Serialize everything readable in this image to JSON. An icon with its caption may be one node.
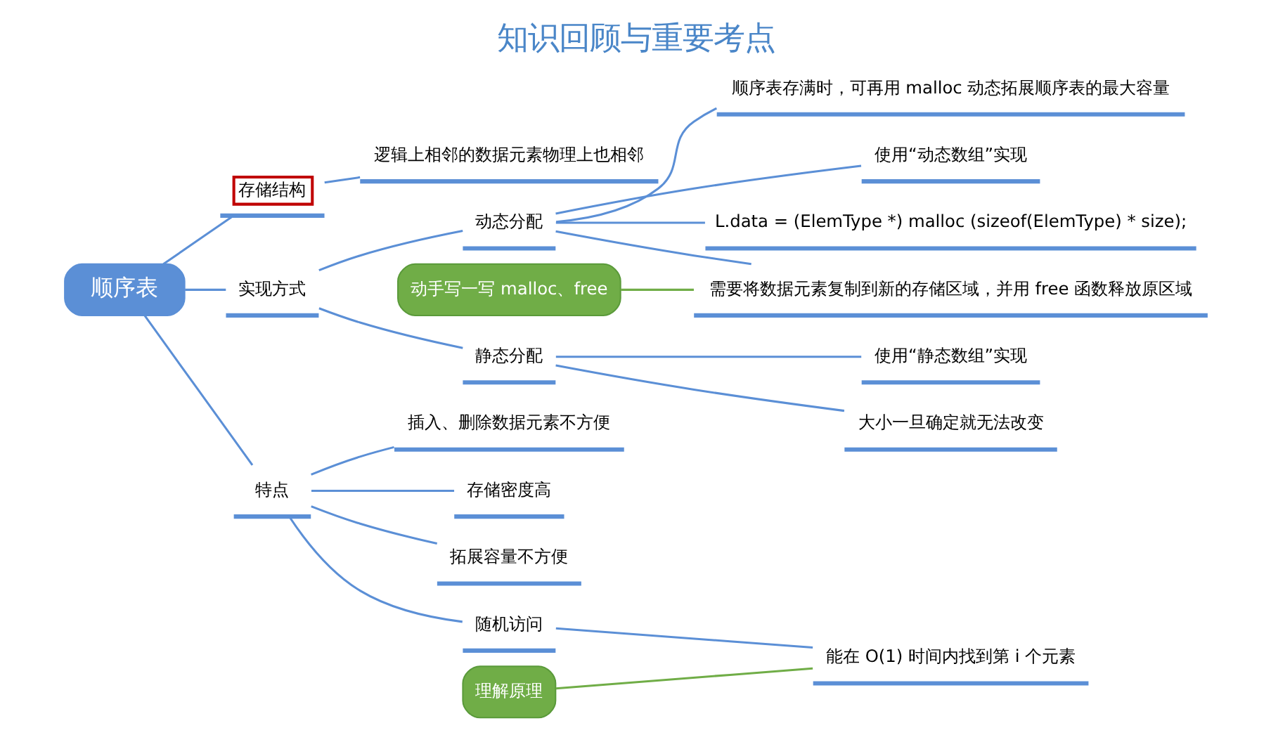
{
  "diagram": {
    "title": "知识回顾与重要考点",
    "nodes": [
      {
        "text": [
          "顺序表"
        ]
      },
      {
        "text": [
          "存储结构"
        ]
      },
      {
        "text": [
          "逻辑上相邻的数据元素物理上也相邻"
        ]
      },
      {
        "text": [
          "实现方式"
        ]
      },
      {
        "text": [
          "静态分配"
        ]
      },
      {
        "text": [
          "使用“静态数组”实现"
        ]
      },
      {
        "text": [
          "大小一旦确定就无法改变"
        ]
      },
      {
        "text": [
          "动态分配"
        ]
      },
      {
        "text": [
          "使用“动态数组”实现"
        ]
      },
      {
        "text": [
          "L.data = (ElemType *) malloc (sizeof(ElemType) * size);"
        ]
      },
      {
        "text": [
          "顺序表存满时，可再用 malloc 动态拓展顺序表的最大容量"
        ]
      },
      {
        "text": [
          "需要将数据元素复制到新的存储区域，并用 free 函数释放原区域"
        ]
      },
      {
        "text": [
          "特点"
        ]
      },
      {
        "text": [
          "随机访问"
        ]
      },
      {
        "text": [
          "能在 O(1) 时间内找到第 i 个元素"
        ]
      },
      {
        "text": [
          "存储密度高"
        ]
      },
      {
        "text": [
          "拓展容量不方便"
        ]
      },
      {
        "text": [
          "插入、删除数据元素不方便"
        ]
      },
      {
        "text": [
          "理解原理"
        ]
      },
      {
        "text": [
          "动手写一写 malloc、free"
        ]
      }
    ],
    "edges": [
      {
        "from": 0,
        "to": 1,
        "arrow": "none"
      },
      {
        "from": 1,
        "to": 2,
        "arrow": "none"
      },
      {
        "from": 0,
        "to": 3,
        "arrow": "none"
      },
      {
        "from": 3,
        "to": 4,
        "arrow": "none"
      },
      {
        "from": 4,
        "to": 5,
        "arrow": "none"
      },
      {
        "from": 4,
        "to": 6,
        "arrow": "none"
      },
      {
        "from": 3,
        "to": 7,
        "arrow": "none"
      },
      {
        "from": 7,
        "to": 8,
        "arrow": "none"
      },
      {
        "from": 7,
        "to": 9,
        "arrow": "none"
      },
      {
        "from": 7,
        "to": 10,
        "arrow": "none"
      },
      {
        "from": 7,
        "to": 11,
        "arrow": "none"
      },
      {
        "from": 0,
        "to": 12,
        "arrow": "none"
      },
      {
        "from": 12,
        "to": 13,
        "arrow": "none"
      },
      {
        "from": 13,
        "to": 14,
        "arrow": "none"
      },
      {
        "from": 12,
        "to": 15,
        "arrow": "none"
      },
      {
        "from": 12,
        "to": 16,
        "arrow": "none"
      },
      {
        "from": 12,
        "to": 17,
        "arrow": "none"
      },
      {
        "from": 18,
        "to": 14,
        "arrow": "none",
        "color": "#70ad47"
      },
      {
        "from": 19,
        "to": 11,
        "arrow": "none",
        "color": "#70ad47"
      }
    ]
  }
}
